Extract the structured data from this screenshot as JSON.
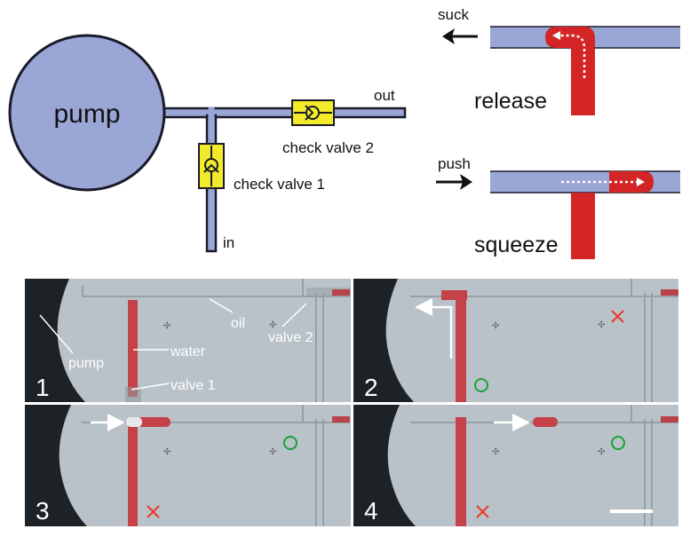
{
  "colors": {
    "channel_blue": "#9aa6d6",
    "channel_stroke": "#1a1a2a",
    "valve_yellow": "#f3ea2a",
    "liquid_red": "#d42526",
    "photo_bg": "#b9c2c8",
    "ok_green": "#17a23a",
    "fail_red": "#e83a2a"
  },
  "schematic": {
    "pump_label": "pump",
    "out_label": "out",
    "in_label": "in",
    "check_valve_1": "check valve 1",
    "check_valve_2": "check valve 2"
  },
  "insets": {
    "suck_label": "suck",
    "release_label": "release",
    "push_label": "push",
    "squeeze_label": "squeeze"
  },
  "panels": {
    "p1": {
      "number": "1",
      "labels": {
        "pump": "pump",
        "water": "water",
        "valve1": "valve 1",
        "oil": "oil",
        "valve2": "valve 2"
      }
    },
    "p2": {
      "number": "2",
      "valve1_status": "open",
      "valve2_status": "closed"
    },
    "p3": {
      "number": "3",
      "valve1_status": "closed",
      "valve2_status": "open"
    },
    "p4": {
      "number": "4",
      "valve1_status": "closed",
      "valve2_status": "open"
    }
  }
}
